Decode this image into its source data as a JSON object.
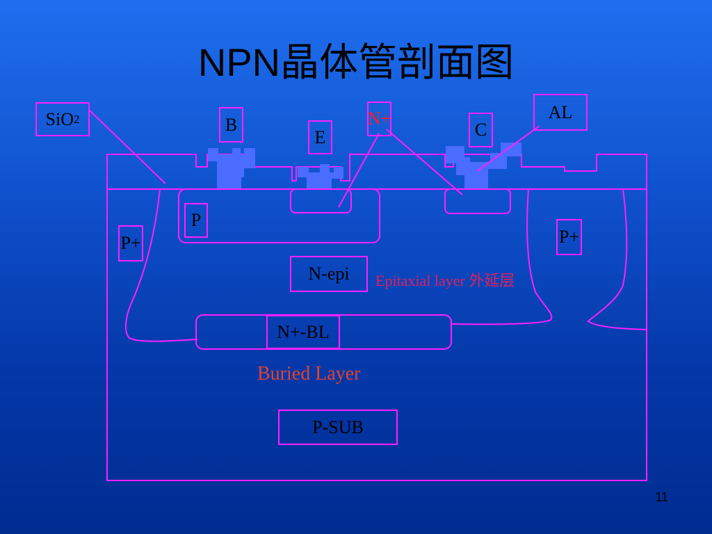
{
  "slide": {
    "title": "NPN晶体管剖面图",
    "page_number": "11"
  },
  "labels": {
    "sio2_main": "SiO",
    "sio2_sub": "2",
    "base": "B",
    "emitter": "E",
    "n_plus": "N+",
    "collector": "C",
    "al": "AL",
    "p": "P",
    "p_plus_left": "P+",
    "p_plus_right": "P+",
    "n_epi": "N-epi",
    "epitaxial": "Epitaxial layer 外延层",
    "n_plus_bl": "N+-BL",
    "buried_layer": "Buried Layer",
    "p_sub": "P-SUB"
  },
  "colors": {
    "outline": "#ff20ff",
    "metal": "#4a6cff",
    "n_plus_text": "#ff2020",
    "note_text": "#e02040"
  }
}
